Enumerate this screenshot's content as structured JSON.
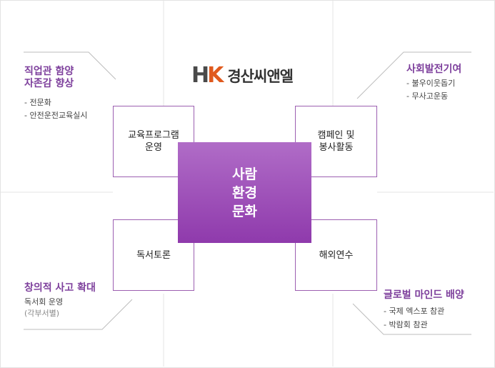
{
  "logo": {
    "mark_h": "H",
    "mark_k": "K",
    "text": "경산씨앤엘"
  },
  "center": {
    "line1": "사람",
    "line2": "환경",
    "line3": "문화"
  },
  "boxes": {
    "top_left": "교육프로그램\n운영",
    "top_right": "캠페인 및\n봉사활동",
    "bottom_left": "독서토론",
    "bottom_right": "해외연수"
  },
  "annotations": {
    "top_left": {
      "title_line1": "직업관 함양",
      "title_line2": "자존감 향상",
      "items": [
        "- 전문화",
        "- 안전운전교육실시"
      ]
    },
    "top_right": {
      "title": "사회발전기여",
      "items": [
        "- 불우이웃돕기",
        "- 무사고운동"
      ]
    },
    "bottom_left": {
      "title": "창의적 사고 확대",
      "items": [
        "독서회 운영",
        "(각부서별)"
      ]
    },
    "bottom_right": {
      "title": "글로벌 마인드 배양",
      "items": [
        "- 국제 엑스포 참관",
        "- 박람회 참관"
      ]
    }
  },
  "colors": {
    "accent": "#7d3f9c",
    "center_top": "#b06cc7",
    "center_bottom": "#8f3aac",
    "box_border": "#9c5fb1",
    "logo_orange": "#e05a1e",
    "logo_gray": "#4a4a4a"
  }
}
